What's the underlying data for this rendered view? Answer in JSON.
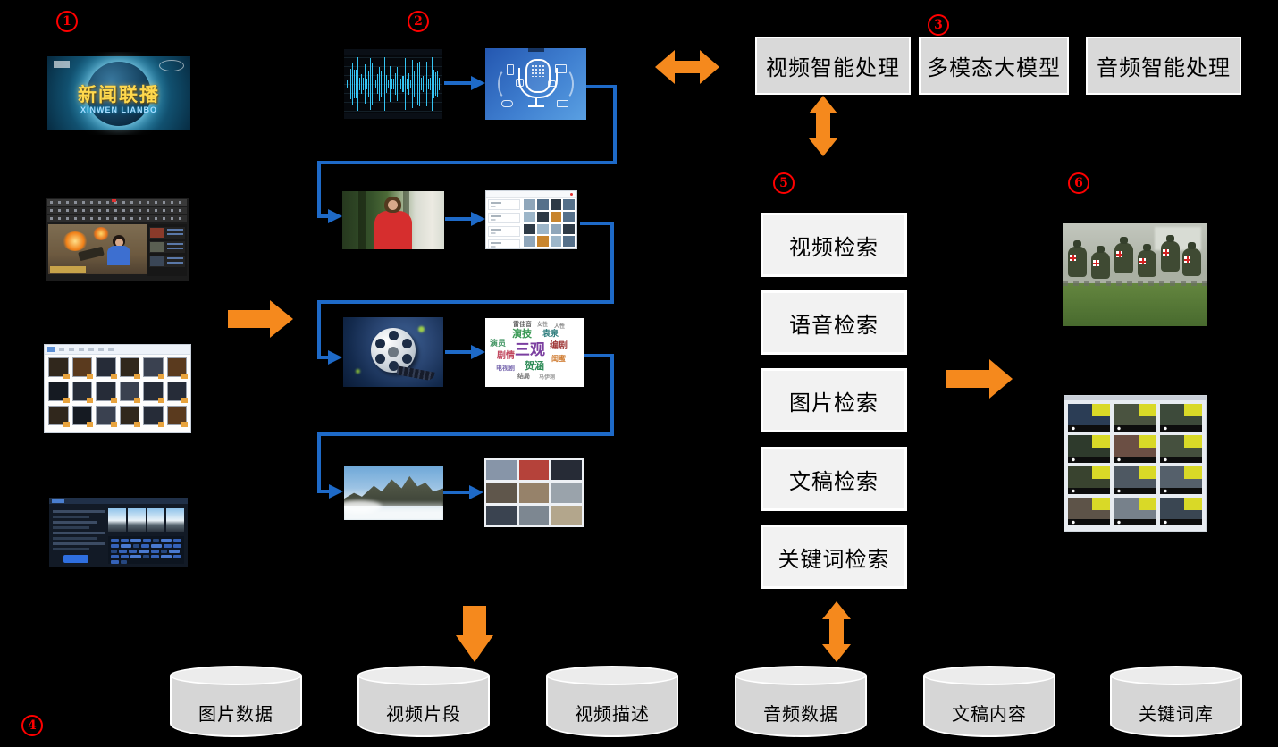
{
  "badges": [
    {
      "label": "1"
    },
    {
      "label": "2"
    },
    {
      "label": "3"
    },
    {
      "label": "4"
    },
    {
      "label": "5"
    },
    {
      "label": "6"
    }
  ],
  "processing_boxes": [
    {
      "label": "视频智能处理"
    },
    {
      "label": "多模态大模型"
    },
    {
      "label": "音频智能处理"
    }
  ],
  "retrieval_boxes": [
    {
      "label": "视频检索"
    },
    {
      "label": "语音检索"
    },
    {
      "label": "图片检索"
    },
    {
      "label": "文稿检索"
    },
    {
      "label": "关键词检索"
    }
  ],
  "databases": [
    {
      "label": "图片数据"
    },
    {
      "label": "视频片段"
    },
    {
      "label": "视频描述"
    },
    {
      "label": "音频数据"
    },
    {
      "label": "文稿内容"
    },
    {
      "label": "关键词库"
    }
  ],
  "news_card": {
    "title": "新闻联播",
    "subtitle": "XINWEN LIANBO"
  },
  "wordcloud": {
    "words": [
      "三观",
      "演技",
      "编剧",
      "剧情",
      "贺涵",
      "袁泉",
      "演员",
      "雷佳音",
      "闺蜜",
      "电视剧",
      "结局",
      "女性",
      "人性",
      "马伊琍"
    ]
  },
  "colors": {
    "arrow_orange": "#F5891D",
    "arrow_blue": "#1E6AC8",
    "badge_red": "#FE0000",
    "process_box_fill": "#D9D9D9",
    "retrieval_box_fill": "#F2F2F2",
    "database_fill": "#D6D6D6"
  }
}
